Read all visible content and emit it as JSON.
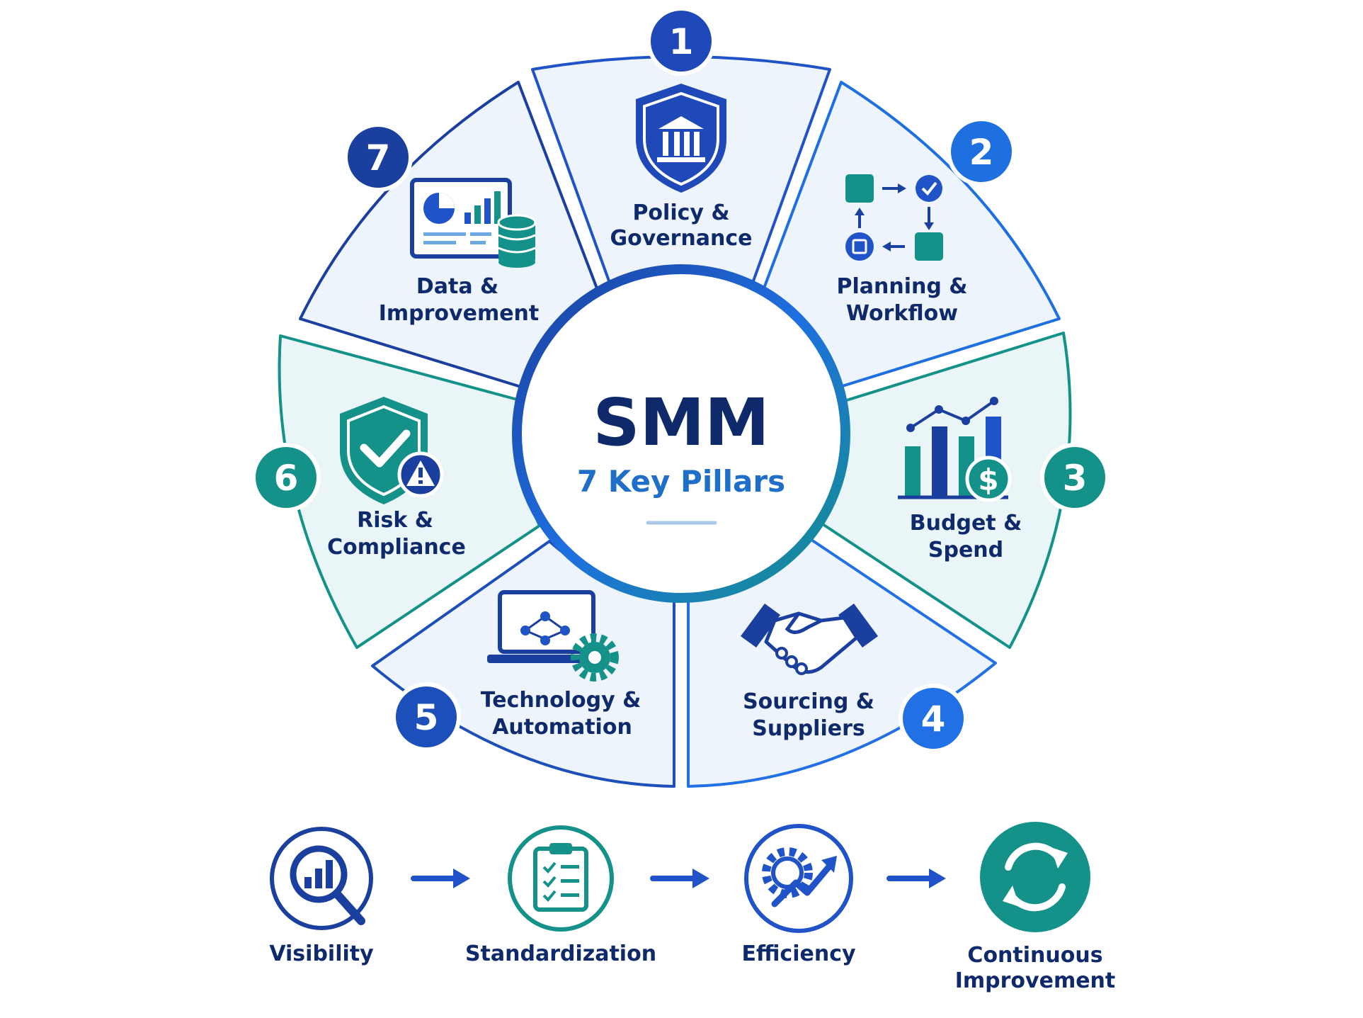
{
  "center": {
    "title": "SMM",
    "subtitle": "7 Key Pillars"
  },
  "pillars": [
    {
      "number": "1",
      "line1": "Policy &",
      "line2": "Governance",
      "icon": "shield-bank-icon",
      "color": "#1f48b8"
    },
    {
      "number": "2",
      "line1": "Planning &",
      "line2": "Workflow",
      "icon": "workflow-icon",
      "color": "#1e6fe0"
    },
    {
      "number": "3",
      "line1": "Budget &",
      "line2": "Spend",
      "icon": "budget-chart-icon",
      "color": "#14928a"
    },
    {
      "number": "4",
      "line1": "Sourcing &",
      "line2": "Suppliers",
      "icon": "handshake-icon",
      "color": "#2170e6"
    },
    {
      "number": "5",
      "line1": "Technology &",
      "line2": "Automation",
      "icon": "laptop-gear-icon",
      "color": "#1d4fba"
    },
    {
      "number": "6",
      "line1": "Risk &",
      "line2": "Compliance",
      "icon": "shield-check-warning-icon",
      "color": "#14928a"
    },
    {
      "number": "7",
      "line1": "Data &",
      "line2": "Improvement",
      "icon": "dashboard-database-icon",
      "color": "#1b3f9e"
    }
  ],
  "outcomes": [
    {
      "label": "Visibility",
      "icon": "magnifier-chart-icon"
    },
    {
      "label": "Standardization",
      "icon": "clipboard-checklist-icon"
    },
    {
      "label": "Efficiency",
      "icon": "gear-trend-icon"
    },
    {
      "label": "Continuous",
      "label2": "Improvement",
      "icon": "cycle-arrows-icon"
    }
  ],
  "colors": {
    "navy": "#0f2a6b",
    "blue": "#1f53c7",
    "teal": "#14928a",
    "panel_fill": "#eef4fb"
  }
}
